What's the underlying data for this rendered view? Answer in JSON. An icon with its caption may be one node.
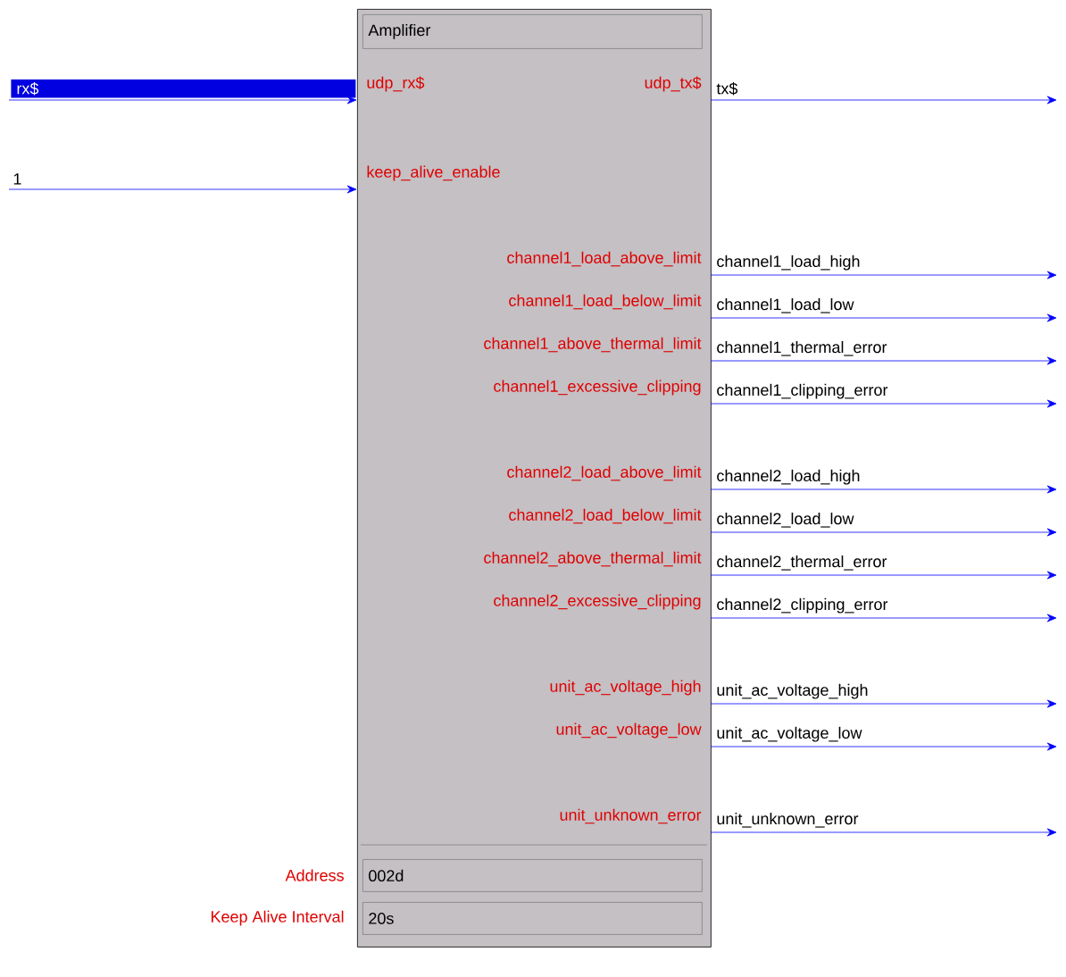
{
  "diagram": {
    "nodes": [
      {
        "text": [],
        "shape": "box"
      },
      {
        "text": [
          "Amplifier"
        ],
        "in": 0
      },
      {
        "text": [
          "udp_rx$"
        ],
        "in": 0
      },
      {
        "text": [
          "udp_tx$"
        ],
        "in": 0
      },
      {
        "text": [
          "keep_alive_enable"
        ],
        "in": 0
      },
      {
        "text": [
          "channel1_load_above_limit"
        ],
        "in": 0
      },
      {
        "text": [
          "channel1_load_below_limit"
        ],
        "in": 0
      },
      {
        "text": [
          "channel1_above_thermal_limit"
        ],
        "in": 0
      },
      {
        "text": [
          "channel1_excessive_clipping"
        ],
        "in": 0
      },
      {
        "text": [
          "channel2_load_above_limit"
        ],
        "in": 0
      },
      {
        "text": [
          "channel2_load_below_limit"
        ],
        "in": 0
      },
      {
        "text": [
          "channel2_above_thermal_limit"
        ],
        "in": 0
      },
      {
        "text": [
          "channel2_excessive_clipping"
        ],
        "in": 0
      },
      {
        "text": [
          "unit_ac_voltage_high"
        ],
        "in": 0
      },
      {
        "text": [
          "unit_ac_voltage_low"
        ],
        "in": 0
      },
      {
        "text": [
          "unit_unknown_error"
        ],
        "in": 0
      },
      {
        "text": [
          "002d"
        ],
        "in": 0,
        "beside": [
          "Address"
        ]
      },
      {
        "text": [
          "20s"
        ],
        "in": 0,
        "beside": [
          "Keep Alive Interval"
        ]
      }
    ],
    "edges": [
      {
        "from": null,
        "to": 2,
        "arrow": "to",
        "label": "rx$"
      },
      {
        "from": 3,
        "to": null,
        "arrow": "to",
        "label": "tx$"
      },
      {
        "from": null,
        "to": 4,
        "arrow": "to",
        "label": "1"
      },
      {
        "from": 5,
        "to": null,
        "arrow": "to",
        "label": "channel1_load_high"
      },
      {
        "from": 6,
        "to": null,
        "arrow": "to",
        "label": "channel1_load_low"
      },
      {
        "from": 7,
        "to": null,
        "arrow": "to",
        "label": "channel1_thermal_error"
      },
      {
        "from": 8,
        "to": null,
        "arrow": "to",
        "label": "channel1_clipping_error"
      },
      {
        "from": 9,
        "to": null,
        "arrow": "to",
        "label": "channel2_load_high"
      },
      {
        "from": 10,
        "to": null,
        "arrow": "to",
        "label": "channel2_load_low"
      },
      {
        "from": 11,
        "to": null,
        "arrow": "to",
        "label": "channel2_thermal_error"
      },
      {
        "from": 12,
        "to": null,
        "arrow": "to",
        "label": "channel2_clipping_error"
      },
      {
        "from": 13,
        "to": null,
        "arrow": "to",
        "label": "unit_ac_voltage_high"
      },
      {
        "from": 14,
        "to": null,
        "arrow": "to",
        "label": "unit_ac_voltage_low"
      },
      {
        "from": 15,
        "to": null,
        "arrow": "to",
        "label": "unit_unknown_error"
      }
    ]
  }
}
